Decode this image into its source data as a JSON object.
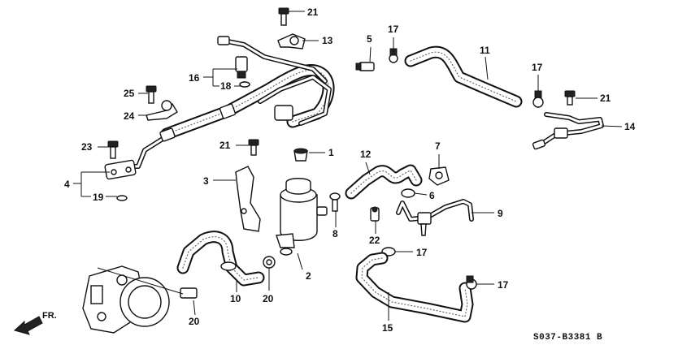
{
  "diagram": {
    "callouts": {
      "c1": "1",
      "c2": "2",
      "c3": "3",
      "c4": "4",
      "c5": "5",
      "c6": "6",
      "c7": "7",
      "c8": "8",
      "c9": "9",
      "c10": "10",
      "c11": "11",
      "c12": "12",
      "c13": "13",
      "c14": "14",
      "c15": "15",
      "c16": "16",
      "c17a": "17",
      "c17b": "17",
      "c17c": "17",
      "c17d": "17",
      "c18": "18",
      "c19": "19",
      "c20a": "20",
      "c20b": "20",
      "c21a": "21",
      "c21b": "21",
      "c21c": "21",
      "c22": "22",
      "c23": "23",
      "c24": "24",
      "c25": "25"
    },
    "direction_label": "FR.",
    "part_code": "S037-B3381",
    "part_code_suffix": "B"
  }
}
